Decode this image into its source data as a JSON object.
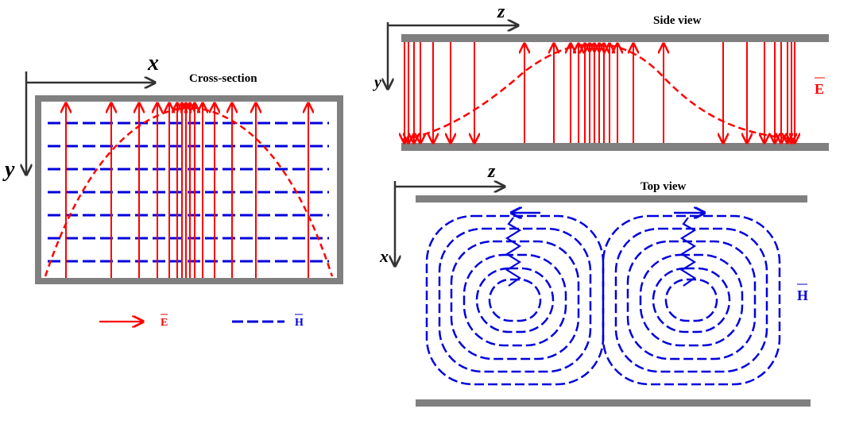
{
  "panels": {
    "cross_section": {
      "title": "Cross-section",
      "x_axis": "x",
      "y_axis": "y"
    },
    "side_view": {
      "title": "Side view",
      "z_axis": "z",
      "y_axis": "y",
      "field_label": "E"
    },
    "top_view": {
      "title": "Top view",
      "z_axis": "z",
      "x_axis": "x",
      "field_label": "H"
    }
  },
  "legend": {
    "e_label": "E",
    "h_label": "H"
  },
  "colors": {
    "e_field": "#ff0000",
    "h_field": "#0000dd",
    "wall": "#808080",
    "axis": "#333333"
  },
  "e_field_lines": {
    "cross_section_x_positions": [
      83,
      140,
      175,
      198,
      213,
      223,
      229,
      234,
      239,
      245,
      255,
      270,
      292,
      322,
      388
    ],
    "side_view_up_z_positions": [
      660,
      697,
      718,
      728,
      736,
      742,
      748,
      754,
      760,
      767,
      777,
      797,
      835
    ],
    "side_view_down_z_positions": [
      509,
      514,
      521,
      529,
      545,
      567,
      597,
      910,
      940,
      962,
      975,
      983,
      991,
      996,
      1000
    ]
  },
  "h_field_lines": {
    "cross_section_row_count": 7
  }
}
